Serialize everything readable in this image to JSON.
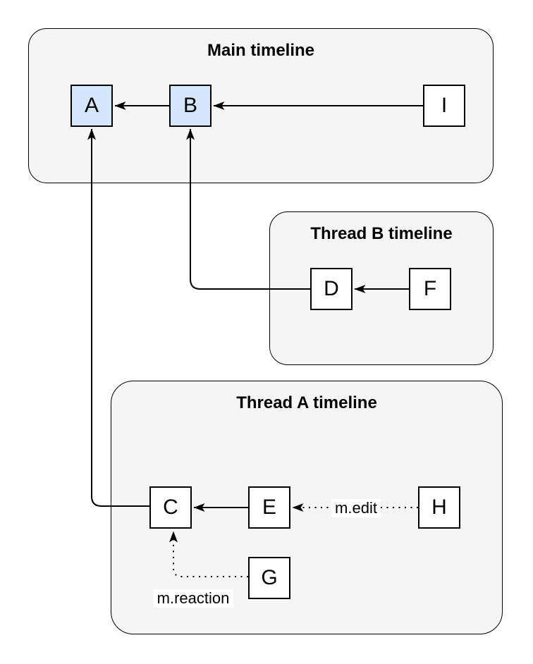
{
  "diagram": {
    "colors": {
      "page_background": "#ffffff",
      "group_fill": "#f5f5f5",
      "group_border": "#000000",
      "node_fill": "#ffffff",
      "node_fill_highlight": "#d4e6fa",
      "node_border": "#000000",
      "edge_stroke": "#000000",
      "edge_label_background": "#ffffff",
      "text": "#000000"
    },
    "groups": {
      "main": {
        "title": "Main timeline"
      },
      "thread_b": {
        "title": "Thread B timeline"
      },
      "thread_a": {
        "title": "Thread A timeline"
      }
    },
    "nodes": {
      "a": {
        "label": "A"
      },
      "b": {
        "label": "B"
      },
      "c": {
        "label": "C"
      },
      "d": {
        "label": "D"
      },
      "e": {
        "label": "E"
      },
      "f": {
        "label": "F"
      },
      "g": {
        "label": "G"
      },
      "h": {
        "label": "H"
      },
      "i": {
        "label": "I"
      }
    },
    "edge_labels": {
      "edit": {
        "text": "m.edit"
      },
      "reaction": {
        "text": "m.reaction"
      }
    }
  }
}
